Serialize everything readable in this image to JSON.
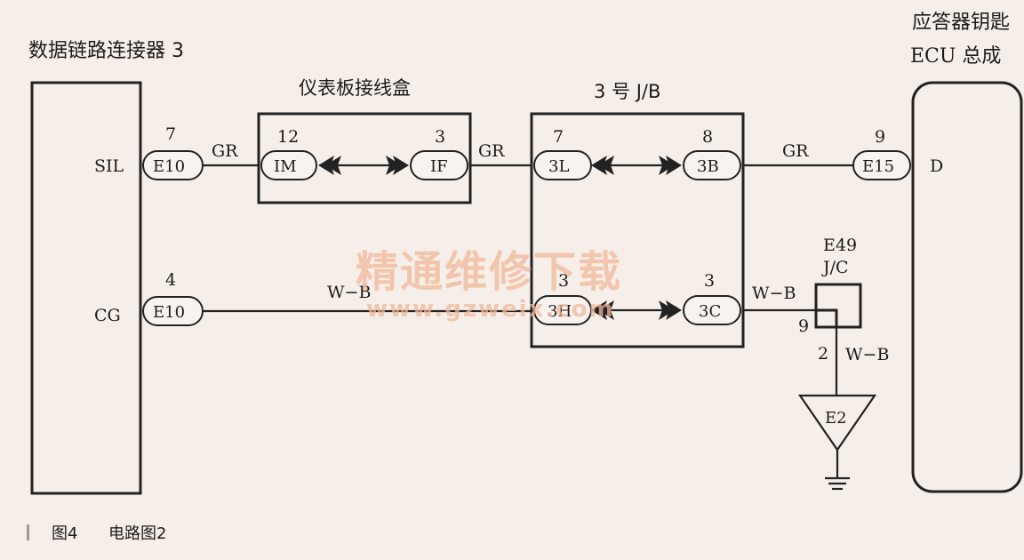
{
  "components": {
    "dlc3": {
      "title": "数据链路连接器 3",
      "pin_sil": "SIL",
      "pin_cg": "CG"
    },
    "ecu": {
      "title_line1": "应答器钥匙",
      "title_line2": "ECU 总成",
      "pin_d": "D"
    },
    "ip_jb": {
      "title": "仪表板接线盒"
    },
    "jb3": {
      "title": "3 号 J/B"
    },
    "jc": {
      "title_line1": "E49",
      "title_line2": "J/C"
    },
    "ground": {
      "label": "E2"
    }
  },
  "connectors": {
    "e10_top": {
      "pin": "7",
      "id": "E10"
    },
    "e10_bot": {
      "pin": "4",
      "id": "E10"
    },
    "im": {
      "pin": "12",
      "id": "IM"
    },
    "if": {
      "pin": "3",
      "id": "IF"
    },
    "c3l": {
      "pin": "7",
      "id": "3L"
    },
    "c3b": {
      "pin": "8",
      "id": "3B"
    },
    "c3h": {
      "pin": "3",
      "id": "3H"
    },
    "c3c": {
      "pin": "3",
      "id": "3C"
    },
    "e15": {
      "pin": "9",
      "id": "E15"
    },
    "jc_pin_in": "9",
    "jc_pin_out": "2"
  },
  "wires": {
    "gr1": "GR",
    "gr2": "GR",
    "gr3": "GR",
    "wb1": "W−B",
    "wb2": "W−B",
    "wb3": "W−B"
  },
  "watermark": {
    "line1": "精通维修下载",
    "line2": "www.gzweix.com"
  },
  "caption": {
    "figure": "图4",
    "title": "电路图2"
  }
}
